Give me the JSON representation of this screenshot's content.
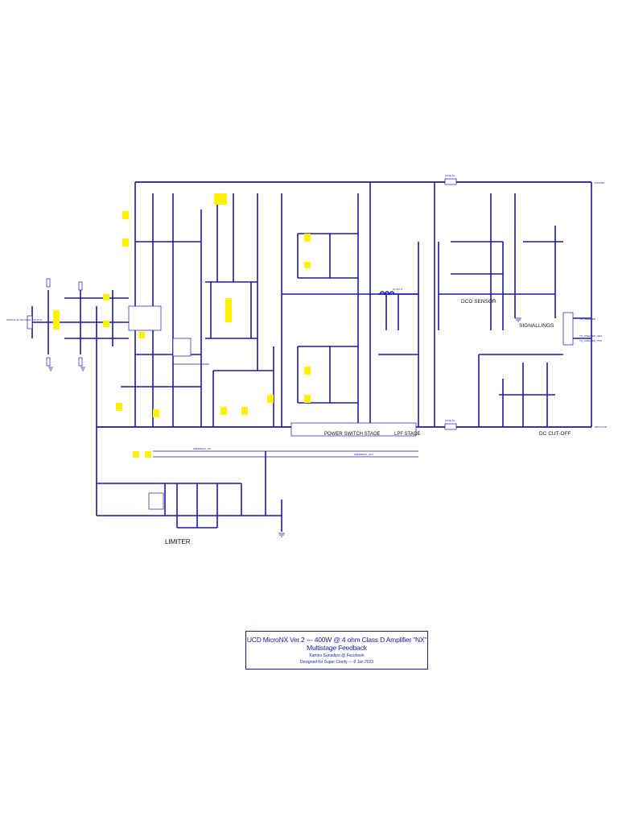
{
  "title_block": {
    "line1": "UCD MicroNX Ver.2 --- 400W @ 4 ohm Class D Amplifier \"NX\" Multistage Feedback",
    "line2": "Kartino Sunadipo @ Facebook",
    "line3": "Designed for Super Clarity --- 8 Jan 2023"
  },
  "sections": {
    "limiter": "LIMITER",
    "power_switch": "POWER SWITCH STAGE",
    "lpf": "LPF STAGE",
    "dco_sensor": "DCO SENSOR",
    "signallings": "SIGNALLINGS",
    "dc_cutoff": "DC CUT-OFF"
  },
  "rails": {
    "positive": "+POWER",
    "negative": "-NEGATIVE"
  },
  "labels": {
    "input": "SINGLE 3A THX\nDUAL INPUT(?)",
    "feedback_nx": "FEEDBACK_NX",
    "feedback_out": "FEEDBACK_OUT",
    "fuse_top": "FUSE 6A",
    "fuse_bottom": "FUSE 6A",
    "output": "OUTPUT",
    "speaker_neg": "TO_SPEAKER_NEG",
    "speaker_pos": "TO_SPEAKER_POS",
    "to_speaker": "TO_SPEAKER"
  },
  "colors": {
    "wire": "#1a1aa8",
    "highlight": "#fff200",
    "background": "#ffffff"
  }
}
